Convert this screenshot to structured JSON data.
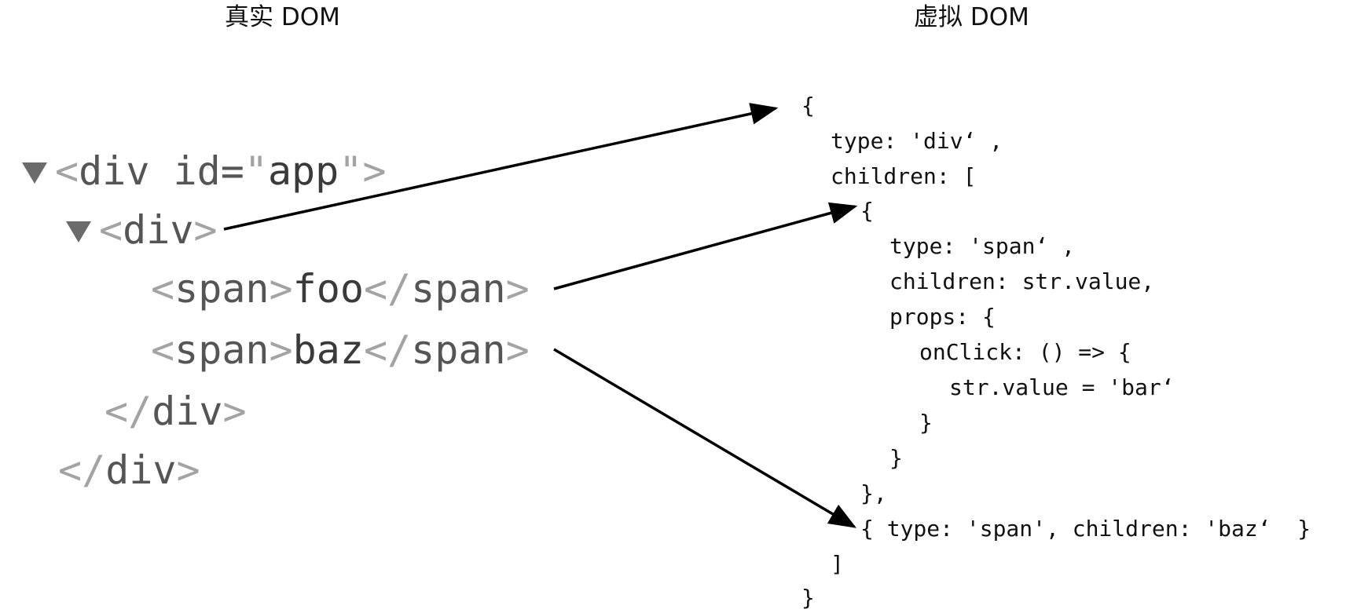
{
  "titles": {
    "real": "真实 DOM",
    "virtual": "虚拟 DOM"
  },
  "real_dom": {
    "line1": {
      "open": "<",
      "name": "div ",
      "attr": "id=",
      "q1": "\"",
      "value": "app",
      "q2": "\"",
      "close": ">"
    },
    "line2": {
      "open": "<",
      "name": "div",
      "close": ">"
    },
    "line3": {
      "open1": "<",
      "name1": "span",
      "close1": ">",
      "text": "foo",
      "open2": "</",
      "name2": "span",
      "close2": ">"
    },
    "line4": {
      "open1": "<",
      "name1": "span",
      "close1": ">",
      "text": "baz",
      "open2": "</",
      "name2": "span",
      "close2": ">"
    },
    "line5": {
      "open": "</",
      "name": "div",
      "close": ">"
    },
    "line6": {
      "open": "</",
      "name": "div",
      "close": ">"
    }
  },
  "virtual_dom": {
    "lines": [
      "{",
      "type: 'div‘ ,",
      "children: [",
      "{",
      "type: 'span‘ ,",
      "children: str.value,",
      "props: {",
      "onClick: () => {",
      "str.value = 'bar‘",
      "}",
      "}",
      "},",
      "{ type: 'span', children: 'baz‘  }",
      "]",
      "}"
    ]
  },
  "colors": {
    "tag_bracket": "#a3a3a3",
    "tag_name": "#555555",
    "text": "#3a3a3a",
    "arrow": "#000000",
    "triangle": "#6b6b6b"
  }
}
